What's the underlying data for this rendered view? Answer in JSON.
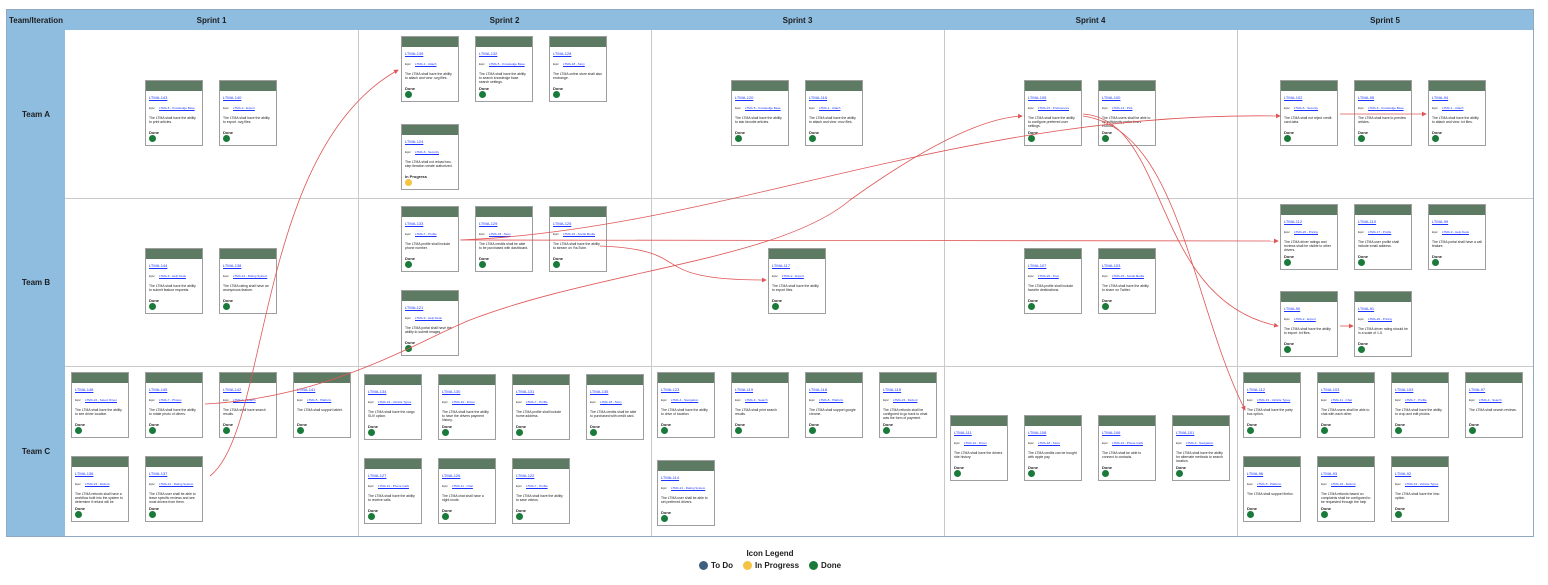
{
  "header": {
    "team_iteration": "Team/Iteration"
  },
  "sprints": [
    "Sprint 1",
    "Sprint 2",
    "Sprint 3",
    "Sprint 4",
    "Sprint 5"
  ],
  "teams": [
    "Team A",
    "Team B",
    "Team C"
  ],
  "status_colors": {
    "Done": "#1a7a3a",
    "In Progress": "#f5c342",
    "To Do": "#3f5f7f"
  },
  "epic_key_label": "Epic",
  "cards": [
    {
      "id": "LTMA-143",
      "epic": "LTMA-5 - Knowledge Base",
      "desc": "The LTMA shall have the ability to print articles.",
      "status": "Done"
    },
    {
      "id": "LTMA-140",
      "epic": "LTMA-2 - Export",
      "desc": "The LTMA shall have the ability to export .svg files.",
      "status": "Done"
    },
    {
      "id": "LTMA-139",
      "epic": "LTMA-1 - Attach",
      "desc": "The LTMA shall have the ability to attach and view .svg files.",
      "status": "Done"
    },
    {
      "id": "LTMA-132",
      "epic": "LTMA-5 - Knowledge Base",
      "desc": "The LTMA shall have the ability to search knowledge base search settings.",
      "status": "Done"
    },
    {
      "id": "LTMA-128",
      "epic": "LTMA-18 - Story",
      "desc": "The LTMA online store shall also exchange.",
      "status": "Done"
    },
    {
      "id": "LTMA-124",
      "epic": "LTMA-6 - Security",
      "desc": "The LTMA shall not reload two-step iteration create authorized.",
      "status": "In Progress"
    },
    {
      "id": "LTMA-120",
      "epic": "LTMA-5 - Knowledge Base",
      "desc": "The LTMA shall have the ability to star favorite articles.",
      "status": "Done"
    },
    {
      "id": "LTMA-116",
      "epic": "LTMA-1 - Attach",
      "desc": "The LTMA shall have the ability to attach and view .mov files.",
      "status": "Done"
    },
    {
      "id": "LTMA-105",
      "epic": "LTMA-15 - Preferences",
      "desc": "The LTMA shall have the ability to configure preferred user settings.",
      "status": "Done"
    },
    {
      "id": "LTMA-100",
      "epic": "LTMA-14 - Pick",
      "desc": "The LTMA users shall be able to tip sufficiently prefer times exclude.",
      "status": "Done"
    },
    {
      "id": "LTMA-102",
      "epic": "LTMA-6 - Security",
      "desc": "The LTMA shall not reject credit card data.",
      "status": "Done"
    },
    {
      "id": "LTMA-95",
      "epic": "LTMA-5 - Knowledge Base",
      "desc": "The LTMA shall have to preview articles.",
      "status": "Done"
    },
    {
      "id": "LTMA-94",
      "epic": "LTMA-1 - Attach",
      "desc": "The LTMA shall have the ability to attach and view .txt files.",
      "status": "Done"
    },
    {
      "id": "LTMA-133",
      "epic": "LTMA-7 - Profile",
      "desc": "The LTMA profile shall include phone number.",
      "status": "Done"
    },
    {
      "id": "LTMA-129",
      "epic": "LTMA-18 - Story",
      "desc": "The LTMA credits shall be able to be purchased with dashboard.",
      "status": "Done"
    },
    {
      "id": "LTMA-125",
      "epic": "LTMA-16 - Social Media",
      "desc": "The LTMA shall have the ability to stream on YouTube.",
      "status": "Done"
    },
    {
      "id": "LTMA-144",
      "epic": "LTMA-9 - Help Desk",
      "desc": "The LTMA shall have the ability to submit feature requests.",
      "status": "Done"
    },
    {
      "id": "LTMA-138",
      "epic": "LTMA-21 - Rating System",
      "desc": "The LTMA rating shall have an anonymous feature.",
      "status": "Done"
    },
    {
      "id": "LTMA-121",
      "epic": "LTMA-9 - Help Desk",
      "desc": "The LTMA portal shall have the ability to submit images.",
      "status": "Done"
    },
    {
      "id": "LTMA-117",
      "epic": "LTMA-2 - Export",
      "desc": "The LTMA shall have the ability to export files.",
      "status": "Done"
    },
    {
      "id": "LTMA-107",
      "epic": "LTMA-20 - Post",
      "desc": "The LTMA profile shall include favorite destinations.",
      "status": "Done"
    },
    {
      "id": "LTMA-103",
      "epic": "LTMA-16 - Social Media",
      "desc": "The LTMA shall have the ability to share on Twitter.",
      "status": "Done"
    },
    {
      "id": "LTMA-112",
      "epic": "LTMA-20 - Pricing",
      "desc": "The LTMA driver ratings and reviews shall be visible to other drivers.",
      "status": "Done"
    },
    {
      "id": "LTMA-110",
      "epic": "LTMA-17 - Profile",
      "desc": "The LTMA user profile shall include email address.",
      "status": "Done"
    },
    {
      "id": "LTMA-99",
      "epic": "LTMA-9 - Help Desk",
      "desc": "The LTMA portal shall have a call feature.",
      "status": "Done"
    },
    {
      "id": "LTMA-90",
      "epic": "LTMA-2 - Export",
      "desc": "The LTMA shall have the ability to export .txt files.",
      "status": "Done"
    },
    {
      "id": "LTMA-91",
      "epic": "LTMA-20 - Pricing",
      "desc": "The LTMA driver rating should be in a scale of 1-5.",
      "status": "Done"
    },
    {
      "id": "LTMA-148",
      "epic": "LTMA-22 - Select Driver",
      "desc": "The LTMA shall have the ability to see driver location.",
      "status": "Done"
    },
    {
      "id": "LTMA-145",
      "epic": "LTMA-7 - Photos",
      "desc": "The LTMA shall have the ability to rotate photo of others.",
      "status": "Done"
    },
    {
      "id": "LTMA-142",
      "epic": "LTMA-3 - Search",
      "desc": "The LTMA shall have search results.",
      "status": "Done"
    },
    {
      "id": "LTMA-141",
      "epic": "LTMA-5 - Platform",
      "desc": "The LTMA shall support tablet.",
      "status": "Done"
    },
    {
      "id": "LTMA-134",
      "epic": "LTMA-19 - Vehicle Types",
      "desc": "The LTMA shall have the cargo SUV option.",
      "status": "Done"
    },
    {
      "id": "LTMA-130",
      "epic": "LTMA-10 - Driver",
      "desc": "The LTMA shall have the ability to have the drivers payment history.",
      "status": "Done"
    },
    {
      "id": "LTMA-131",
      "epic": "LTMA-7 - Profile",
      "desc": "The LTMA profile shall include home address.",
      "status": "Done"
    },
    {
      "id": "LTMA-135",
      "epic": "LTMA-18 - Story",
      "desc": "The LTMA credits shall be able to purchased with credit card.",
      "status": "Done"
    },
    {
      "id": "LTMA-123",
      "epic": "LTMA-4 - Navigation",
      "desc": "The LTMA shall have the ability to drive of location.",
      "status": "Done"
    },
    {
      "id": "LTMA-119",
      "epic": "LTMA-3 - Search",
      "desc": "The LTMA shall print search results.",
      "status": "Done"
    },
    {
      "id": "LTMA-118",
      "epic": "LTMA-8 - Platform",
      "desc": "The LTMA shall support google chrome.",
      "status": "Done"
    },
    {
      "id": "LTMA-115",
      "epic": "LTMA-23 - Refund",
      "desc": "The LTMA refunds shall be configured to go back to what was the form of payment.",
      "status": "Done"
    },
    {
      "id": "LTMA-136",
      "epic": "LTMA-23 - Refund",
      "desc": "The LTMA refunds shall have a workflow built into the system to determine if refund will be issued.",
      "status": "Done"
    },
    {
      "id": "LTMA-137",
      "epic": "LTMA-21 - Rating System",
      "desc": "The LTMA user shall be able to leave specific reviews and see most drivers from them.",
      "status": "Done"
    },
    {
      "id": "LTMA-127",
      "epic": "LTMA-12 - Phone Calls",
      "desc": "The LTMA shall have the ability to receive calls.",
      "status": "Done"
    },
    {
      "id": "LTMA-126",
      "epic": "LTMA-11 - Chat",
      "desc": "The LTMA chat shall have a night mode.",
      "status": "Done"
    },
    {
      "id": "LTMA-122",
      "epic": "LTMA-7 - Profile",
      "desc": "The LTMA shall have the ability to save videos.",
      "status": "Done"
    },
    {
      "id": "LTMA-114",
      "epic": "LTMA-21 - Rating System",
      "desc": "The LTMA user shall be able to set preferred drivers.",
      "status": "Done"
    },
    {
      "id": "LTMA-111",
      "epic": "LTMA-10 - Driver",
      "desc": "The LTMA shall have the drivers ride history.",
      "status": "Done"
    },
    {
      "id": "LTMA-108",
      "epic": "LTMA-18 - Store",
      "desc": "The LTMA credits can be bought with apple pay.",
      "status": "Done"
    },
    {
      "id": "LTMA-106",
      "epic": "LTMA-12 - Phone Calls",
      "desc": "The LTMA shall be able to connect to contacts.",
      "status": "Done"
    },
    {
      "id": "LTMA-101",
      "epic": "LTMA-4 - Navigation",
      "desc": "The LTMA shall have the ability for alternate methods to search location.",
      "status": "Done"
    },
    {
      "id": "LTMA-112",
      "epic": "LTMA-19 - Vehicle Types",
      "desc": "The LTMA shall have the party bus option.",
      "status": "Done"
    },
    {
      "id": "LTMA-103",
      "epic": "LTMA-11 - Chat",
      "desc": "The LTMA users shall be able to chat with each other.",
      "status": "Done"
    },
    {
      "id": "LTMA-103",
      "epic": "LTMA-7 - Profile",
      "desc": "The LTMA shall have the ability to crop and edit photos.",
      "status": "Done"
    },
    {
      "id": "LTMA-97",
      "epic": "LTMA-3 - Search",
      "desc": "The LTMA shall search reviews.",
      "status": "Done"
    },
    {
      "id": "LTMA-96",
      "epic": "LTMA-5 - Platform",
      "desc": "The LTMA shall support firefox.",
      "status": "Done"
    },
    {
      "id": "LTMA-93",
      "epic": "LTMA-23 - Refund",
      "desc": "The LTMA refunds based on complaints shall be configured to be requested through the help desk.",
      "status": "Done"
    },
    {
      "id": "LTMA-92",
      "epic": "LTMA-19 - Vehicle Types",
      "desc": "The LTMA shall have the limo option.",
      "status": "Done"
    }
  ],
  "legend": {
    "title": "Icon Legend",
    "items": [
      {
        "label": "To Do",
        "color": "#3f5f7f"
      },
      {
        "label": "In Progress",
        "color": "#f5c342"
      },
      {
        "label": "Done",
        "color": "#1a7a3a"
      }
    ]
  }
}
